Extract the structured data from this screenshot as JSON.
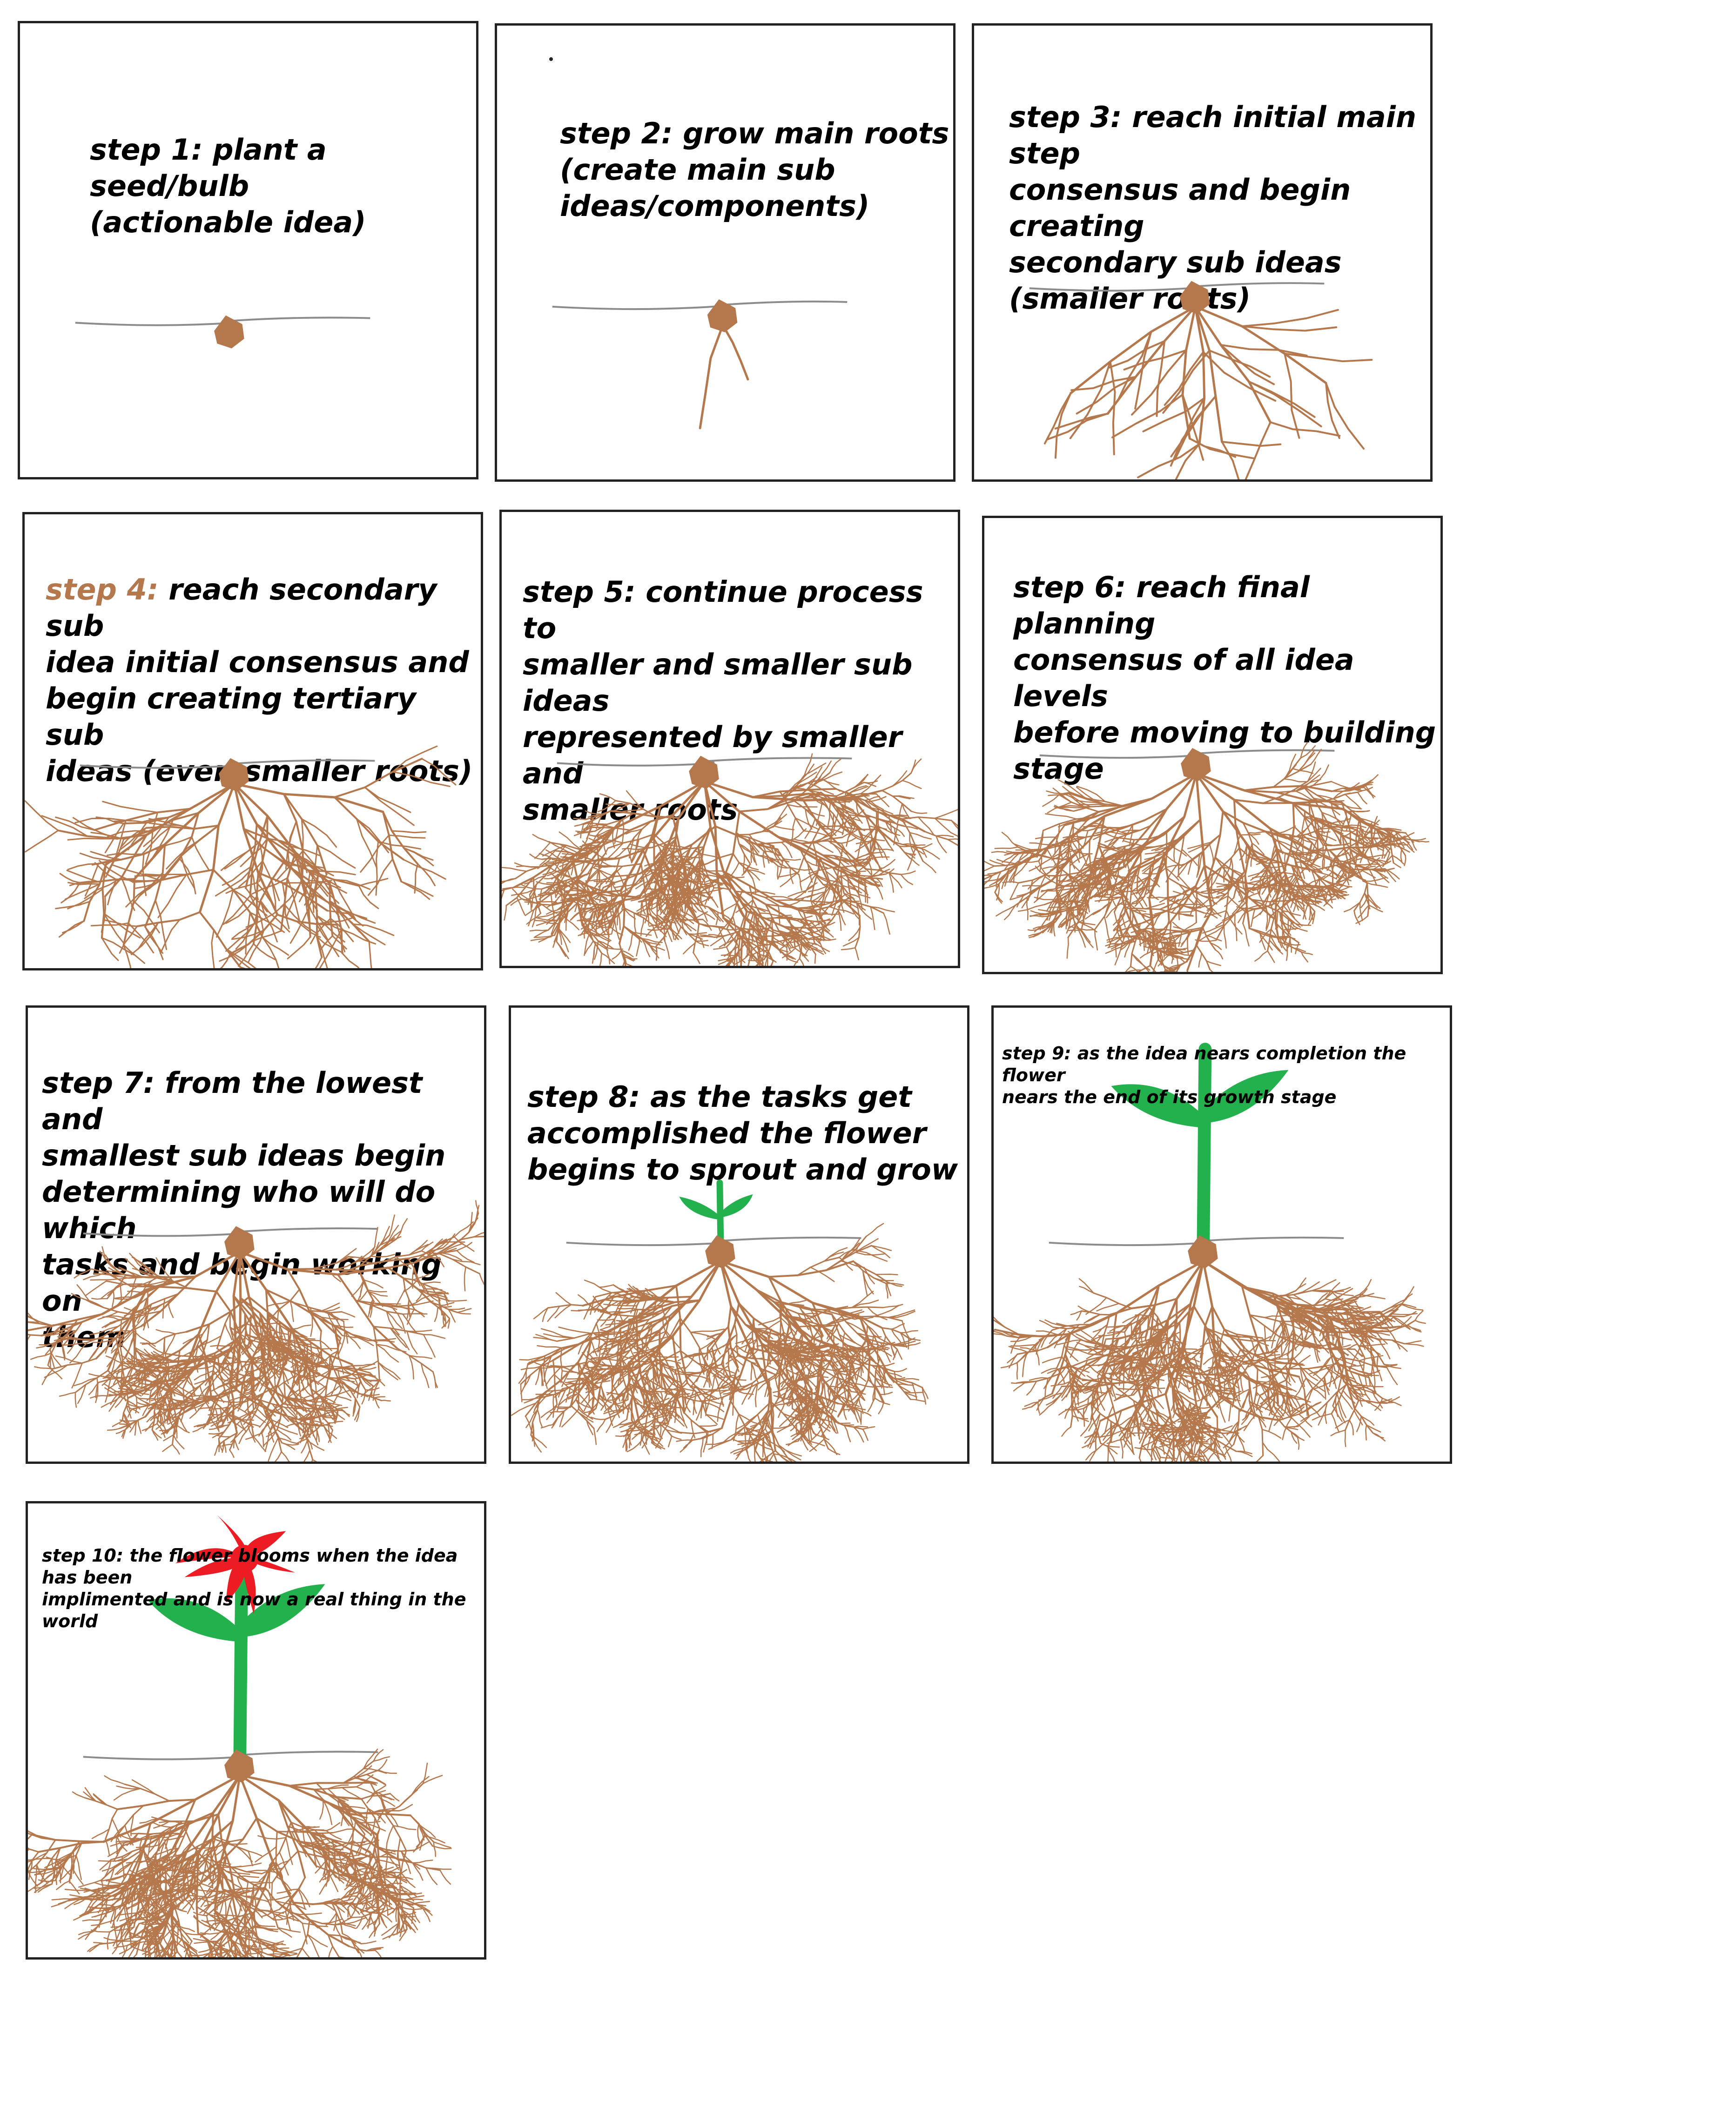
{
  "steps": [
    {
      "label": "step 1:",
      "text": "plant a seed/bulb\n(actionable idea)",
      "roots": 0,
      "plant": "none"
    },
    {
      "label": "step 2:",
      "text": "grow main roots\n(create main sub\nideas/components)",
      "roots": 1,
      "plant": "none"
    },
    {
      "label": "step 3:",
      "text": "reach initial main step\nconsensus and begin creating\nsecondary sub ideas\n(smaller roots)",
      "roots": 2,
      "plant": "none"
    },
    {
      "label": "step 4:",
      "text": "reach secondary sub\nidea initial consensus and\nbegin creating tertiary sub\nideas (even smaller roots)",
      "roots": 3,
      "plant": "none"
    },
    {
      "label": "step 5:",
      "text": "continue process to\nsmaller and smaller sub ideas\nrepresented by smaller and\nsmaller roots",
      "roots": 4,
      "plant": "none"
    },
    {
      "label": "step 6:",
      "text": "reach final planning\nconsensus of all idea levels\nbefore moving to building\nstage",
      "roots": 5,
      "plant": "none"
    },
    {
      "label": "step 7:",
      "text": "from the lowest and\nsmallest sub ideas begin\ndetermining who will do which\ntasks and begin working on\nthem",
      "roots": 5,
      "plant": "none"
    },
    {
      "label": "step 8:",
      "text": "as the tasks get\naccomplished the flower\nbegins to sprout and grow",
      "roots": 5,
      "plant": "sprout"
    },
    {
      "label": "step 9:",
      "text": "as the idea nears completion the flower\nnears the end of its            growth stage",
      "roots": 5,
      "plant": "grown"
    },
    {
      "label": "step 10:",
      "text": "the flower blooms when the idea has been\nimplimented and is now a real thing in the world",
      "roots": 5,
      "plant": "bloom"
    }
  ],
  "colors": {
    "root": "#b5784c",
    "bulb": "#b5784c",
    "ground": "#8c8c8c",
    "stem": "#22b14c",
    "petal": "#ed1c24",
    "step4_label": "#b5784c"
  }
}
